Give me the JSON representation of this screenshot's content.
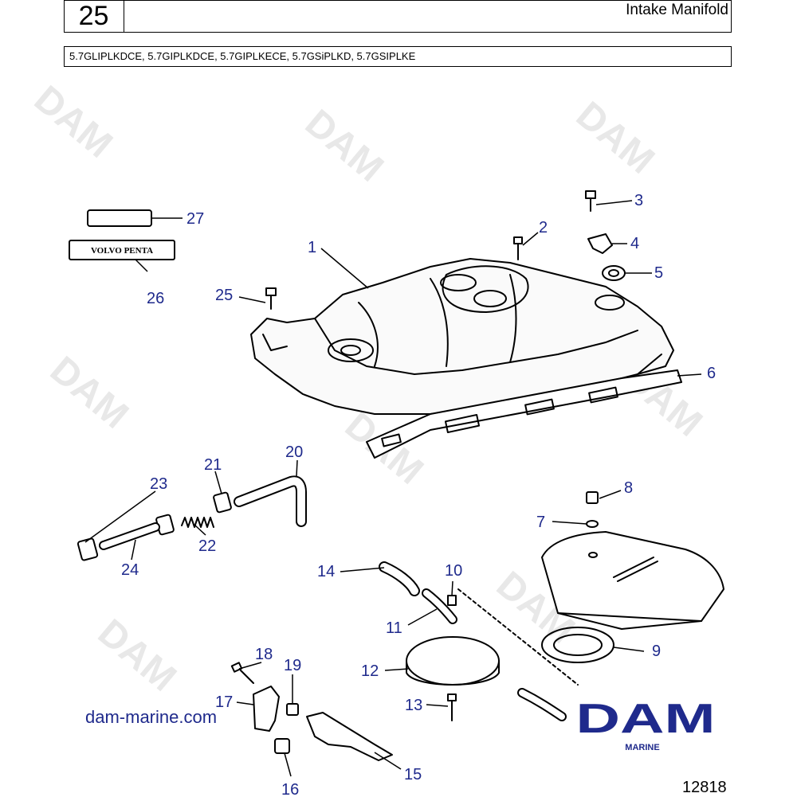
{
  "header": {
    "page_number": "25",
    "title": "Intake Manifold",
    "models": "5.7GLIPLKDCE, 5.7GIPLKDCE, 5.7GIPLKECE, 5.7GSiPLKD, 5.7GSIPLKE"
  },
  "callouts": [
    "1",
    "2",
    "3",
    "4",
    "5",
    "6",
    "7",
    "8",
    "9",
    "10",
    "11",
    "12",
    "13",
    "14",
    "15",
    "16",
    "17",
    "18",
    "19",
    "20",
    "21",
    "22",
    "23",
    "24",
    "25",
    "26",
    "27"
  ],
  "decal_text": "VOLVO PENTA",
  "watermark": "DAM",
  "footer": {
    "website": "dam-marine.com",
    "brand_logo": "DAM",
    "brand_sub": "MARINE",
    "figure_number": "12818"
  },
  "colors": {
    "callout": "#1f2a8c",
    "logo": "#1f2a8c",
    "line": "#000000"
  }
}
